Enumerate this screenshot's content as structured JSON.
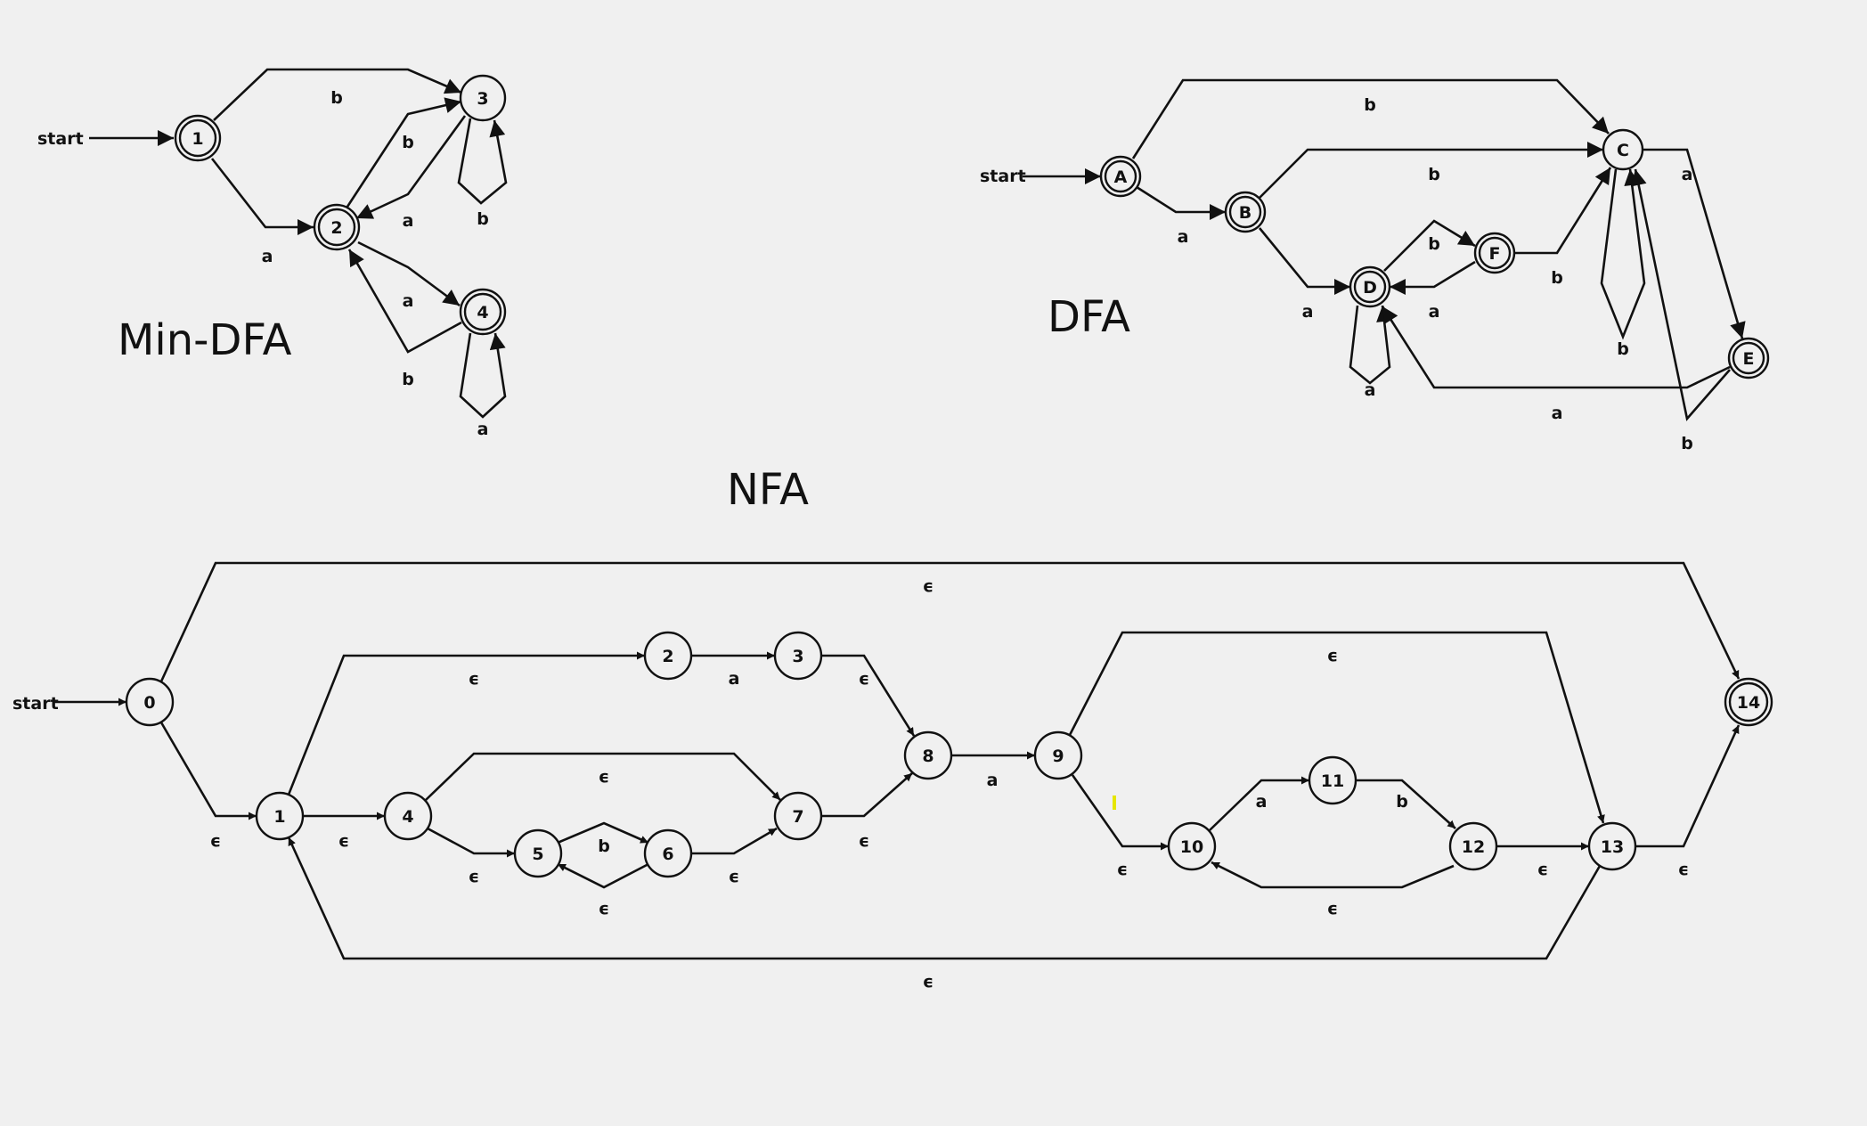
{
  "colors": {
    "ink": "#111111",
    "background": "#f0f0f0",
    "marker": "#e6e600"
  },
  "titles": {
    "min_dfa": "Min-DFA",
    "dfa": "DFA",
    "nfa": "NFA"
  },
  "start_label": "start",
  "min_dfa": {
    "states": [
      {
        "id": "1",
        "accepting": true,
        "start": true
      },
      {
        "id": "2",
        "accepting": true
      },
      {
        "id": "3",
        "accepting": false
      },
      {
        "id": "4",
        "accepting": true
      }
    ],
    "transitions": [
      {
        "from": "1",
        "to": "3",
        "symbol": "b"
      },
      {
        "from": "1",
        "to": "2",
        "symbol": "a"
      },
      {
        "from": "2",
        "to": "3",
        "symbol": "b"
      },
      {
        "from": "3",
        "to": "2",
        "symbol": "a"
      },
      {
        "from": "3",
        "to": "3",
        "symbol": "b"
      },
      {
        "from": "2",
        "to": "4",
        "symbol": "a"
      },
      {
        "from": "4",
        "to": "2",
        "symbol": "b"
      },
      {
        "from": "4",
        "to": "4",
        "symbol": "a"
      }
    ]
  },
  "dfa": {
    "states": [
      {
        "id": "A",
        "accepting": true,
        "start": true
      },
      {
        "id": "B",
        "accepting": true
      },
      {
        "id": "C",
        "accepting": false
      },
      {
        "id": "D",
        "accepting": true
      },
      {
        "id": "E",
        "accepting": true
      },
      {
        "id": "F",
        "accepting": true
      }
    ],
    "transitions": [
      {
        "from": "A",
        "to": "C",
        "symbol": "b"
      },
      {
        "from": "A",
        "to": "B",
        "symbol": "a"
      },
      {
        "from": "B",
        "to": "C",
        "symbol": "b"
      },
      {
        "from": "B",
        "to": "D",
        "symbol": "a"
      },
      {
        "from": "D",
        "to": "F",
        "symbol": "b"
      },
      {
        "from": "F",
        "to": "D",
        "symbol": "a"
      },
      {
        "from": "F",
        "to": "C",
        "symbol": "b"
      },
      {
        "from": "C",
        "to": "E",
        "symbol": "a"
      },
      {
        "from": "C",
        "to": "C",
        "symbol": "b"
      },
      {
        "from": "D",
        "to": "D",
        "symbol": "a"
      },
      {
        "from": "E",
        "to": "D",
        "symbol": "a"
      },
      {
        "from": "E",
        "to": "C",
        "symbol": "b"
      }
    ]
  },
  "nfa": {
    "epsilon": "ϵ",
    "states": [
      {
        "id": "0",
        "accepting": false,
        "start": true
      },
      {
        "id": "1",
        "accepting": false
      },
      {
        "id": "2",
        "accepting": false
      },
      {
        "id": "3",
        "accepting": false
      },
      {
        "id": "4",
        "accepting": false
      },
      {
        "id": "5",
        "accepting": false
      },
      {
        "id": "6",
        "accepting": false
      },
      {
        "id": "7",
        "accepting": false
      },
      {
        "id": "8",
        "accepting": false
      },
      {
        "id": "9",
        "accepting": false
      },
      {
        "id": "10",
        "accepting": false
      },
      {
        "id": "11",
        "accepting": false
      },
      {
        "id": "12",
        "accepting": false
      },
      {
        "id": "13",
        "accepting": false
      },
      {
        "id": "14",
        "accepting": true
      }
    ],
    "transitions": [
      {
        "from": "0",
        "to": "14",
        "symbol": "ϵ"
      },
      {
        "from": "0",
        "to": "1",
        "symbol": "ϵ"
      },
      {
        "from": "1",
        "to": "2",
        "symbol": "ϵ"
      },
      {
        "from": "2",
        "to": "3",
        "symbol": "a"
      },
      {
        "from": "3",
        "to": "8",
        "symbol": "ϵ"
      },
      {
        "from": "1",
        "to": "4",
        "symbol": "ϵ"
      },
      {
        "from": "4",
        "to": "7",
        "symbol": "ϵ"
      },
      {
        "from": "4",
        "to": "5",
        "symbol": "ϵ"
      },
      {
        "from": "5",
        "to": "6",
        "symbol": "b"
      },
      {
        "from": "6",
        "to": "5",
        "symbol": "ϵ"
      },
      {
        "from": "6",
        "to": "7",
        "symbol": "ϵ"
      },
      {
        "from": "7",
        "to": "8",
        "symbol": "ϵ"
      },
      {
        "from": "8",
        "to": "9",
        "symbol": "a"
      },
      {
        "from": "9",
        "to": "13",
        "symbol": "ϵ"
      },
      {
        "from": "9",
        "to": "10",
        "symbol": "ϵ"
      },
      {
        "from": "10",
        "to": "11",
        "symbol": "a"
      },
      {
        "from": "11",
        "to": "12",
        "symbol": "b"
      },
      {
        "from": "12",
        "to": "10",
        "symbol": "ϵ"
      },
      {
        "from": "12",
        "to": "13",
        "symbol": "ϵ"
      },
      {
        "from": "13",
        "to": "14",
        "symbol": "ϵ"
      },
      {
        "from": "13",
        "to": "1",
        "symbol": "ϵ"
      }
    ]
  }
}
